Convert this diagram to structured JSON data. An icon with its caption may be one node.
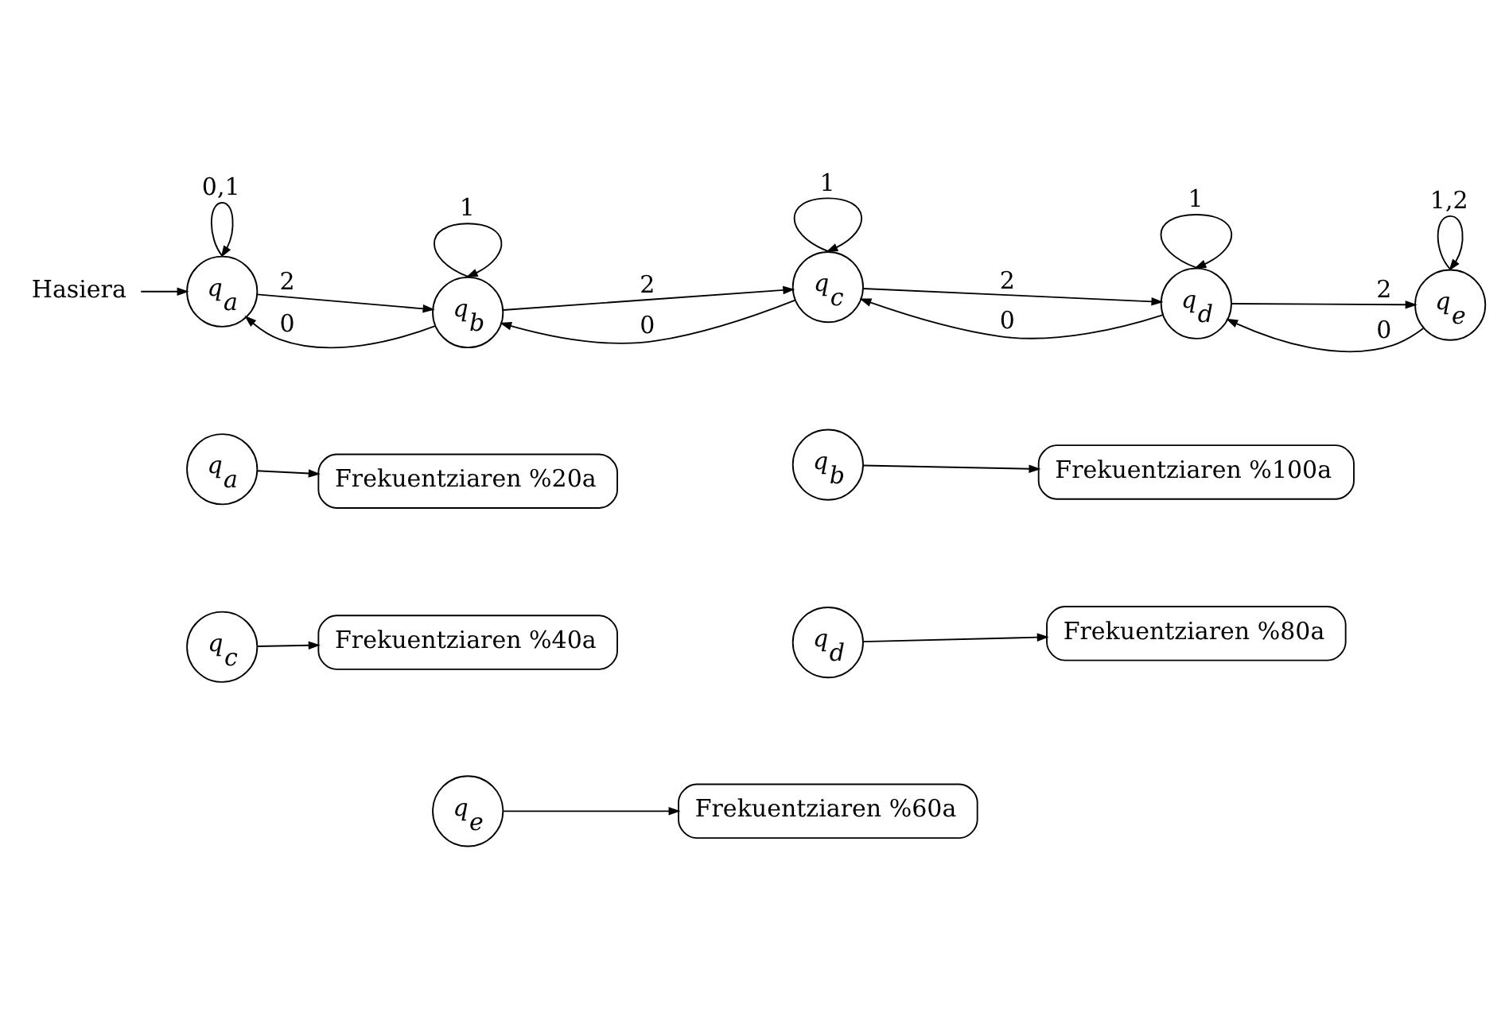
{
  "diagram": {
    "nodes": [
      {
        "text": [
          "Hasiera"
        ]
      },
      {
        "text": [
          "*q*$_{a}$"
        ]
      },
      {
        "text": [
          "*q*$_{b}$"
        ]
      },
      {
        "text": [
          "*q*$_{c}$"
        ]
      },
      {
        "text": [
          "*q*$_{d}$"
        ]
      },
      {
        "text": [
          "*q*$_{e}$"
        ]
      },
      {
        "text": [
          "*q*$_{a}$"
        ]
      },
      {
        "text": [
          "Frekuentziaren %20a"
        ]
      },
      {
        "text": [
          "*q*$_{b}$"
        ]
      },
      {
        "text": [
          "Frekuentziaren %100a"
        ]
      },
      {
        "text": [
          "*q*$_{c}$"
        ]
      },
      {
        "text": [
          "Frekuentziaren %40a"
        ]
      },
      {
        "text": [
          "*q*$_{d}$"
        ]
      },
      {
        "text": [
          "Frekuentziaren %80a"
        ]
      },
      {
        "text": [
          "*q*$_{e}$"
        ]
      },
      {
        "text": [
          "Frekuentziaren %60a"
        ]
      }
    ],
    "edges": [
      {
        "from": 0,
        "to": 1,
        "arrow": "to"
      },
      {
        "from": 1,
        "to": 1,
        "arrow": "to",
        "label": "0,1"
      },
      {
        "from": 2,
        "to": 2,
        "arrow": "to",
        "label": "1"
      },
      {
        "from": 3,
        "to": 3,
        "arrow": "to",
        "label": "1"
      },
      {
        "from": 4,
        "to": 4,
        "arrow": "to",
        "label": "1"
      },
      {
        "from": 5,
        "to": 5,
        "arrow": "to",
        "label": "1,2"
      },
      {
        "from": 1,
        "to": 2,
        "arrow": "to",
        "label": "2"
      },
      {
        "from": 2,
        "to": 1,
        "arrow": "to",
        "label": "0"
      },
      {
        "from": 2,
        "to": 3,
        "arrow": "to",
        "label": "2"
      },
      {
        "from": 3,
        "to": 2,
        "arrow": "to",
        "label": "0"
      },
      {
        "from": 3,
        "to": 4,
        "arrow": "to",
        "label": "2"
      },
      {
        "from": 4,
        "to": 3,
        "arrow": "to",
        "label": "0"
      },
      {
        "from": 4,
        "to": 5,
        "arrow": "to",
        "label": "2"
      },
      {
        "from": 5,
        "to": 4,
        "arrow": "to",
        "label": "0"
      },
      {
        "from": 6,
        "to": 7,
        "arrow": "to"
      },
      {
        "from": 8,
        "to": 9,
        "arrow": "to"
      },
      {
        "from": 10,
        "to": 11,
        "arrow": "to"
      },
      {
        "from": 12,
        "to": 13,
        "arrow": "to"
      },
      {
        "from": 14,
        "to": 15,
        "arrow": "to"
      }
    ]
  }
}
